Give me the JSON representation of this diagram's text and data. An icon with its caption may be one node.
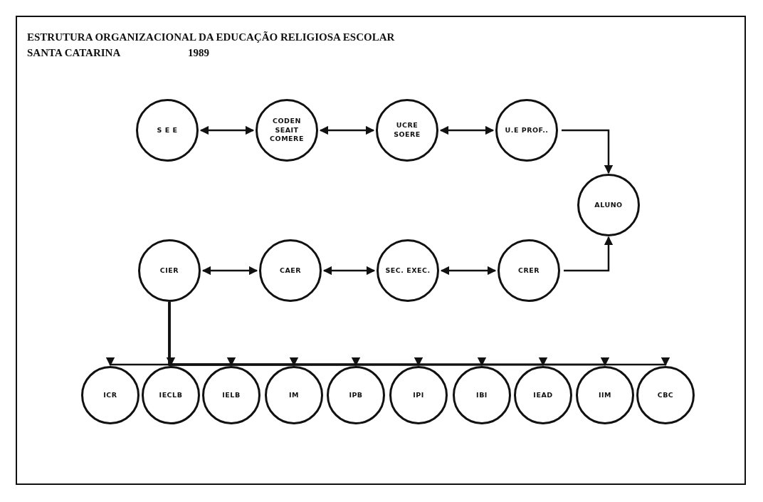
{
  "diagram": {
    "title": "ESTRUTURA ORGANIZACIONAL DA EDUCAÇÃO RELIGIOSA ESCOLAR",
    "nodes": [
      {
        "text": [
          "S E E"
        ]
      },
      {
        "text": [
          "CODEN SEAIT COMERE"
        ]
      },
      {
        "text": [
          "UCRE SOERE"
        ]
      },
      {
        "text": [
          "U.E PROF.."
        ]
      },
      {
        "text": [
          "ALUNO"
        ]
      },
      {
        "text": [
          "CIER"
        ]
      },
      {
        "text": [
          "CAER"
        ]
      },
      {
        "text": [
          "SEC. EXEC."
        ]
      },
      {
        "text": [
          "CRER"
        ]
      },
      {
        "text": [
          "ICR"
        ]
      },
      {
        "text": [
          "IECLB"
        ]
      },
      {
        "text": [
          "IELB"
        ]
      },
      {
        "text": [
          "IM"
        ]
      },
      {
        "text": [
          "IPB"
        ]
      },
      {
        "text": [
          "IPI"
        ]
      },
      {
        "text": [
          "IBI"
        ]
      },
      {
        "text": [
          "IEAD"
        ]
      },
      {
        "text": [
          "IIM"
        ]
      },
      {
        "text": [
          "CBC"
        ]
      }
    ],
    "edges": [
      {
        "from": 0,
        "to": 1,
        "arrow": "both"
      },
      {
        "from": 1,
        "to": 2,
        "arrow": "both"
      },
      {
        "from": 2,
        "to": 3,
        "arrow": "both"
      },
      {
        "from": 3,
        "to": 4,
        "arrow": "to"
      },
      {
        "from": 5,
        "to": 6,
        "arrow": "both"
      },
      {
        "from": 6,
        "to": 7,
        "arrow": "both"
      },
      {
        "from": 7,
        "to": 8,
        "arrow": "both"
      },
      {
        "from": 8,
        "to": 4,
        "arrow": "to"
      },
      {
        "from": 5,
        "to": 9,
        "arrow": "to"
      },
      {
        "from": 5,
        "to": 10,
        "arrow": "to"
      },
      {
        "from": 5,
        "to": 11,
        "arrow": "to"
      },
      {
        "from": 5,
        "to": 12,
        "arrow": "to"
      },
      {
        "from": 5,
        "to": 13,
        "arrow": "to"
      },
      {
        "from": 5,
        "to": 14,
        "arrow": "to"
      },
      {
        "from": 5,
        "to": 15,
        "arrow": "to"
      },
      {
        "from": 5,
        "to": 16,
        "arrow": "to"
      },
      {
        "from": 5,
        "to": 17,
        "arrow": "to"
      },
      {
        "from": 5,
        "to": 18,
        "arrow": "to"
      }
    ],
    "labels": [
      "SANTA CATARINA",
      "1989"
    ]
  }
}
